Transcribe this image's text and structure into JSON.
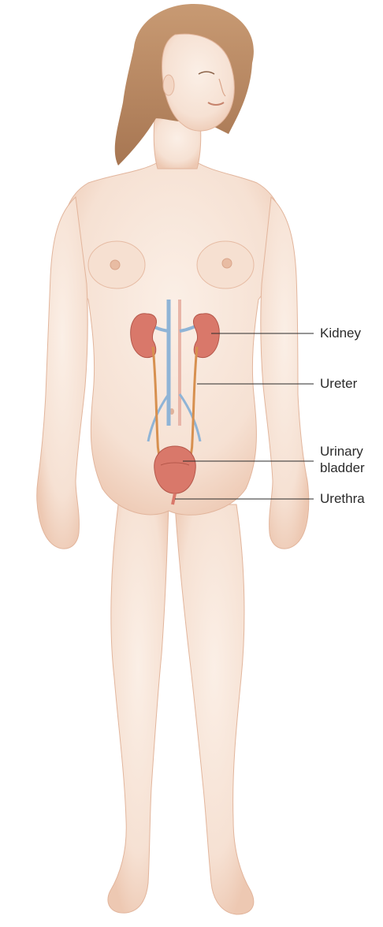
{
  "labels": {
    "kidney": "Kidney",
    "ureter": "Ureter",
    "bladder_line1": "Urinary",
    "bladder_line2": "bladder",
    "urethra": "Urethra"
  },
  "colors": {
    "skin": "#f8e6da",
    "skin_shadow": "#eec9b4",
    "hair": "#b98a63",
    "organ": "#d9786a",
    "ureter": "#d7904f",
    "vein": "#8fb4d6",
    "leader_line": "#2b2b2b"
  }
}
